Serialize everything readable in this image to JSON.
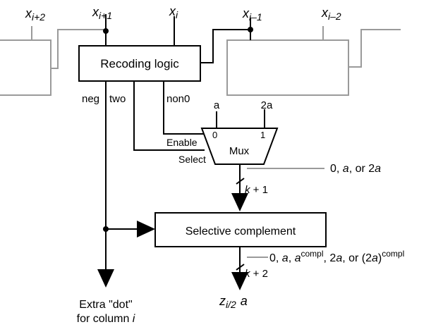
{
  "inputs": {
    "x_i_plus_2": {
      "base": "x",
      "sub": "i+2"
    },
    "x_i_plus_1": {
      "base": "x",
      "sub": "i+1"
    },
    "x_i": {
      "base": "x",
      "sub": "i"
    },
    "x_i_minus_1": {
      "base": "x",
      "sub": "i–1"
    },
    "x_i_minus_2": {
      "base": "x",
      "sub": "i–2"
    }
  },
  "recoding": {
    "label": "Recoding logic",
    "outputs": {
      "neg": "neg",
      "two": "two",
      "non0": "non0"
    }
  },
  "mux": {
    "label": "Mux",
    "in_a": "a",
    "in_2a": "2a",
    "sel0": "0",
    "sel1": "1",
    "enable": "Enable",
    "select": "Select"
  },
  "mux_out": {
    "note_prefix": "0, ",
    "note_a": "a",
    "note_mid": ", or 2",
    "note_a2": "a",
    "width_k": "k",
    "width_rest": " + 1"
  },
  "complement": {
    "label": "Selective complement"
  },
  "comp_out": {
    "n0": "0, ",
    "n1": "a",
    "n2": ", ",
    "n3": "a",
    "n3sup": "compl",
    "n4": ", 2",
    "n5": "a",
    "n6": ", or (2",
    "n7": "a",
    "n8": ")",
    "n8sup": "compl",
    "width_k": "k",
    "width_rest": " + 2"
  },
  "result": {
    "z": "z",
    "sub": "i/2",
    "a": "a"
  },
  "extra_dot": {
    "line1": "Extra \"dot\"",
    "line2_prefix": "for column ",
    "line2_i": "i"
  }
}
